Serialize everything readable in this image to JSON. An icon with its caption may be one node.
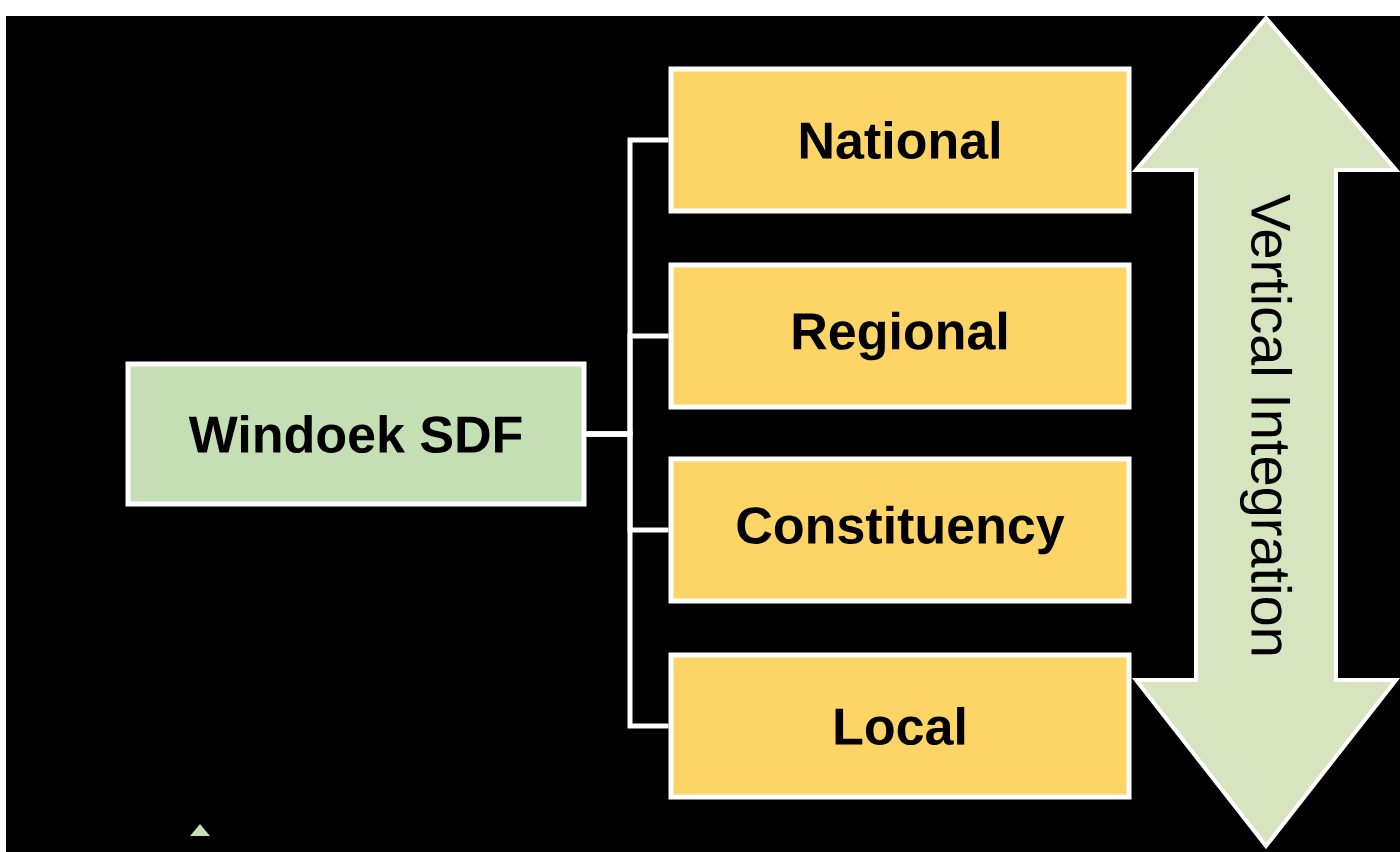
{
  "diagram": {
    "nodes": [
      {
        "text": [
          "Windoek SDF"
        ]
      },
      {
        "text": [
          "National"
        ]
      },
      {
        "text": [
          "Regional"
        ]
      },
      {
        "text": [
          "Constituency"
        ]
      },
      {
        "text": [
          "Local"
        ]
      },
      {
        "text": [
          "Vertical Integration"
        ]
      }
    ],
    "edges": [
      {
        "from": 0,
        "to": 1,
        "arrow": "none"
      },
      {
        "from": 0,
        "to": 2,
        "arrow": "none"
      },
      {
        "from": 0,
        "to": 3,
        "arrow": "none"
      },
      {
        "from": 0,
        "to": 4,
        "arrow": "none"
      }
    ]
  }
}
